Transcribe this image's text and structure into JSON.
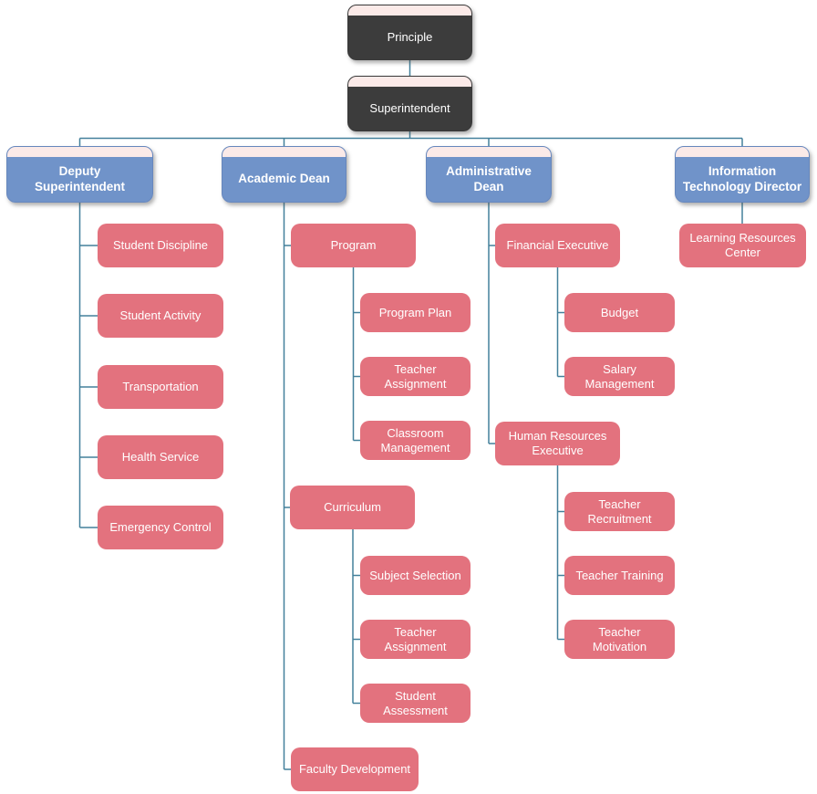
{
  "palette": {
    "background": "#ffffff",
    "level1_fill": "#3c3c3c",
    "level2_fill": "#7093c9",
    "branch_fill": "#e3727e",
    "header_strip_fill": "#fbeae8",
    "connector_line": "#43809b",
    "text_color": "#ffffff"
  },
  "org_chart": {
    "type": "org-chart",
    "nodes": {
      "principle": {
        "label": "Principle",
        "level": 1,
        "reports_to": null
      },
      "superintendent": {
        "label": "Superintendent",
        "level": 1,
        "reports_to": "Principle"
      },
      "deputy_superintendent": {
        "label": "Deputy\nSuperintendent",
        "level": 2,
        "reports_to": "Superintendent"
      },
      "academic_dean": {
        "label": "Academic Dean",
        "level": 2,
        "reports_to": "Superintendent"
      },
      "administrative_dean": {
        "label": "Administrative\nDean",
        "level": 2,
        "reports_to": "Superintendent"
      },
      "it_director": {
        "label": "Information\nTechnology Director",
        "level": 2,
        "reports_to": "Superintendent"
      },
      "student_discipline": {
        "label": "Student Discipline",
        "level": 3,
        "reports_to": "Deputy Superintendent"
      },
      "student_activity": {
        "label": "Student Activity",
        "level": 3,
        "reports_to": "Deputy Superintendent"
      },
      "transportation": {
        "label": "Transportation",
        "level": 3,
        "reports_to": "Deputy Superintendent"
      },
      "health_service": {
        "label": "Health Service",
        "level": 3,
        "reports_to": "Deputy Superintendent"
      },
      "emergency_control": {
        "label": "Emergency Control",
        "level": 3,
        "reports_to": "Deputy Superintendent"
      },
      "program": {
        "label": "Program",
        "level": 3,
        "reports_to": "Academic Dean"
      },
      "program_plan": {
        "label": "Program Plan",
        "level": 4,
        "reports_to": "Program"
      },
      "teacher_assignment_program": {
        "label": "Teacher\nAssignment",
        "level": 4,
        "reports_to": "Program"
      },
      "classroom_management": {
        "label": "Classroom\nManagement",
        "level": 4,
        "reports_to": "Program"
      },
      "curriculum": {
        "label": "Curriculum",
        "level": 3,
        "reports_to": "Academic Dean"
      },
      "subject_selection": {
        "label": "Subject Selection",
        "level": 4,
        "reports_to": "Curriculum"
      },
      "teacher_assignment_curriculum": {
        "label": "Teacher\nAssignment",
        "level": 4,
        "reports_to": "Curriculum"
      },
      "student_assessment": {
        "label": "Student\nAssessment",
        "level": 4,
        "reports_to": "Curriculum"
      },
      "faculty_development": {
        "label": "Faculty Development",
        "level": 3,
        "reports_to": "Academic Dean"
      },
      "financial_executive": {
        "label": "Financial Executive",
        "level": 3,
        "reports_to": "Administrative Dean"
      },
      "budget": {
        "label": "Budget",
        "level": 4,
        "reports_to": "Financial Executive"
      },
      "salary_management": {
        "label": "Salary\nManagement",
        "level": 4,
        "reports_to": "Financial Executive"
      },
      "hr_executive": {
        "label": "Human Resources\nExecutive",
        "level": 3,
        "reports_to": "Administrative Dean"
      },
      "teacher_recruitment": {
        "label": "Teacher\nRecruitment",
        "level": 4,
        "reports_to": "Human Resources Executive"
      },
      "teacher_training": {
        "label": "Teacher Training",
        "level": 4,
        "reports_to": "Human Resources Executive"
      },
      "teacher_motivation": {
        "label": "Teacher\nMotivation",
        "level": 4,
        "reports_to": "Human Resources Executive"
      },
      "learning_resources_center": {
        "label": "Learning Resources\nCenter",
        "level": 3,
        "reports_to": "Information Technology Director"
      }
    }
  }
}
